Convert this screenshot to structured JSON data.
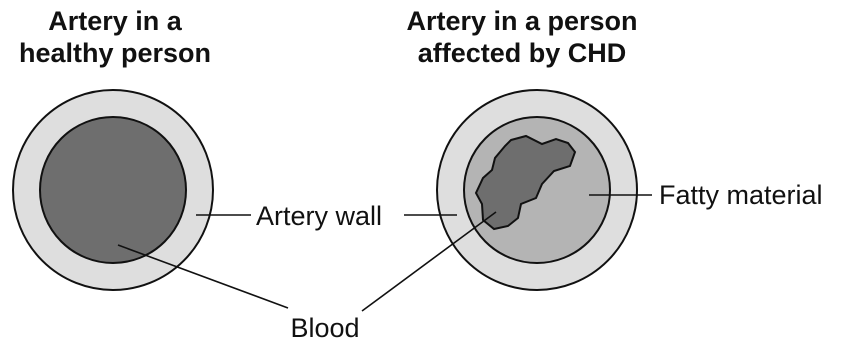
{
  "titles": {
    "healthy_line1": "Artery in a",
    "healthy_line2": "healthy person",
    "chd_line1": "Artery in a person",
    "chd_line2": "affected by CHD"
  },
  "labels": {
    "artery_wall": "Artery wall",
    "fatty_material": "Fatty material",
    "blood": "Blood"
  },
  "colors": {
    "artery_wall": "#dedede",
    "blood": "#6e6e6e",
    "fatty_material": "#b4b4b4",
    "outline": "#111111"
  }
}
